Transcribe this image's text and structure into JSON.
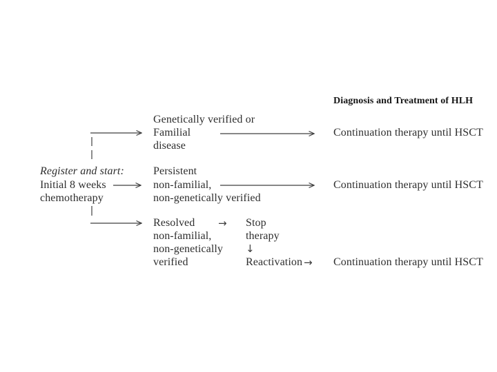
{
  "colors": {
    "text": "#2e2e2e",
    "heading": "#151515",
    "arrow": "#3f3f3f",
    "background": "#ffffff"
  },
  "header": {
    "title": "Diagnosis and Treatment of HLH"
  },
  "flow": {
    "start": {
      "intro": "Register and start:",
      "line1": "Initial 8 weeks",
      "line2": "chemotherapy"
    },
    "familial": {
      "line1": "Genetically verified or",
      "line2": "Familial",
      "line3": "disease"
    },
    "persistent": {
      "line1": "Persistent",
      "line2": "non-familial,",
      "line3": "non-genetically verified"
    },
    "resolved": {
      "line1": "Resolved",
      "line2": "non-familial,",
      "line3": "non-genetically",
      "line4": "verified"
    },
    "stop": {
      "line1": "Stop",
      "line2": "therapy"
    },
    "reactivation": {
      "label": "Reactivation"
    },
    "outcomes": {
      "familial": "Continuation therapy until HSCT",
      "persistent": "Continuation therapy until HSCT",
      "reactivation": "Continuation therapy until HSCT"
    },
    "icons": {
      "right_arrow": "→",
      "down_arrow": "↓"
    }
  }
}
